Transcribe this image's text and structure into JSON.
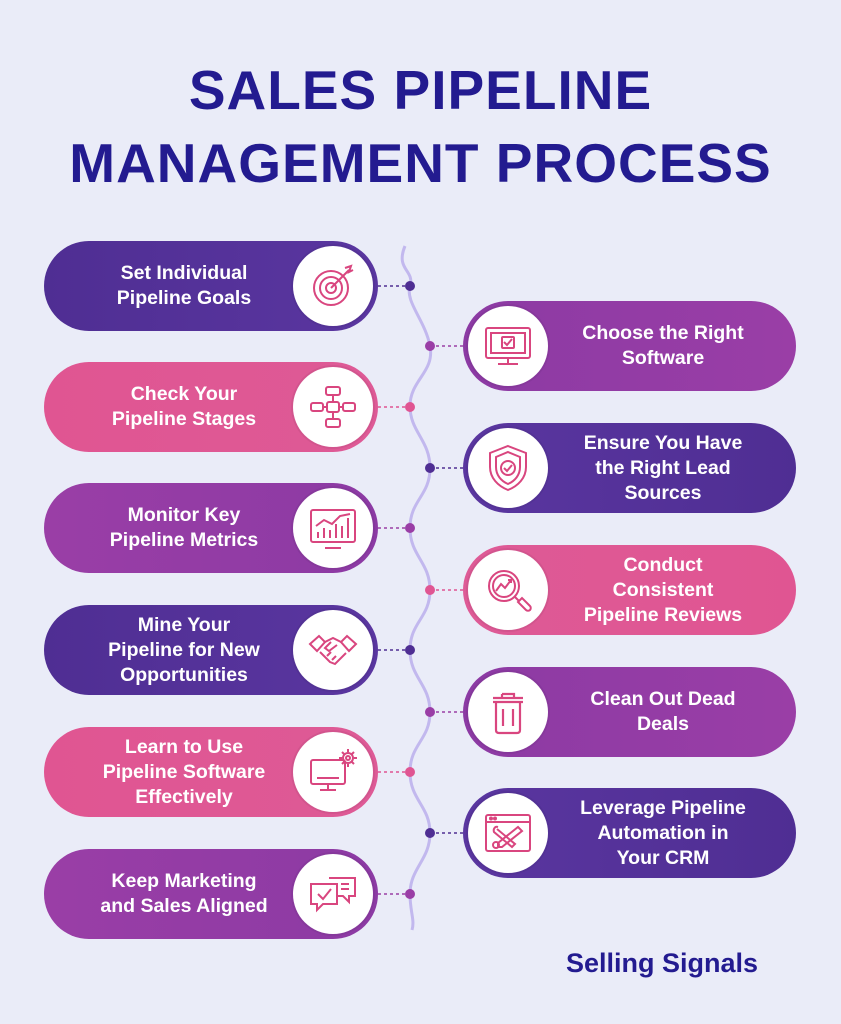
{
  "title": {
    "line1": "SALES PIPELINE",
    "line2": "MANAGEMENT PROCESS"
  },
  "colors": {
    "title": "#231b90",
    "indigo": "#4f2e93",
    "pink": "#e05592",
    "purple": "#9a3ea6",
    "timeline": "#c2b8ee",
    "icon": "#d9467f",
    "background": "#eaecf8"
  },
  "left_steps": [
    {
      "label": "Set Individual\nPipeline Goals",
      "icon": "target-icon",
      "color": "indigo"
    },
    {
      "label": "Check Your\nPipeline Stages",
      "icon": "flowchart-icon",
      "color": "pink"
    },
    {
      "label": "Monitor Key\nPipeline Metrics",
      "icon": "bar-chart-icon",
      "color": "purple"
    },
    {
      "label": "Mine Your\nPipeline for New\nOpportunities",
      "icon": "handshake-icon",
      "color": "indigo"
    },
    {
      "label": "Learn to Use\nPipeline Software\nEffectively",
      "icon": "monitor-gear-icon",
      "color": "pink"
    },
    {
      "label": "Keep Marketing\nand Sales Aligned",
      "icon": "chat-bubbles-icon",
      "color": "purple"
    }
  ],
  "right_steps": [
    {
      "label": "Choose the Right\nSoftware",
      "icon": "monitor-check-icon",
      "color": "purple"
    },
    {
      "label": "Ensure You Have\nthe Right Lead\nSources",
      "icon": "shield-check-icon",
      "color": "indigo"
    },
    {
      "label": "Conduct\nConsistent\nPipeline Reviews",
      "icon": "magnifier-chart-icon",
      "color": "pink"
    },
    {
      "label": "Clean Out Dead\nDeals",
      "icon": "trash-icon",
      "color": "purple"
    },
    {
      "label": "Leverage Pipeline\nAutomation in\nYour CRM",
      "icon": "browser-tools-icon",
      "color": "indigo"
    }
  ],
  "brand": "Selling Signals"
}
